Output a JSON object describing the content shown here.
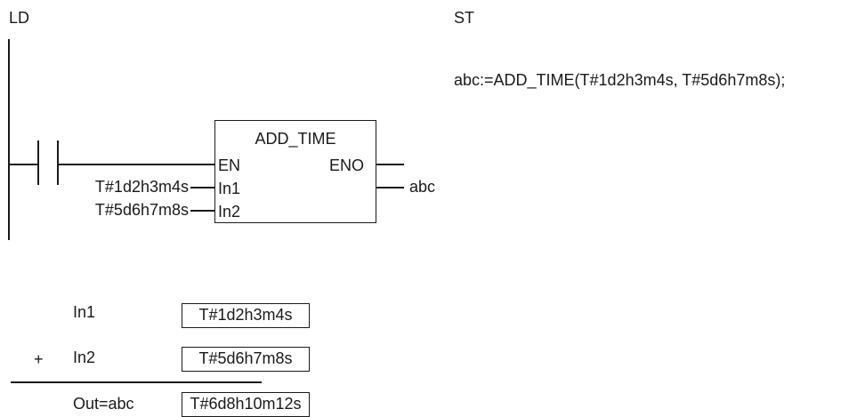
{
  "ld_label": "LD",
  "st_label": "ST",
  "st_code": "abc:=ADD_TIME(T#1d2h3m4s, T#5d6h7m8s);",
  "block": {
    "name": "ADD_TIME",
    "en": "EN",
    "eno": "ENO",
    "in1": "In1",
    "in2": "In2",
    "in1_value": "T#1d2h3m4s",
    "in2_value": "T#5d6h7m8s",
    "output": "abc"
  },
  "calc": {
    "row1_label": "In1",
    "row1_value": "T#1d2h3m4s",
    "operator": "+",
    "row2_label": "In2",
    "row2_value": "T#5d6h7m8s",
    "result_label": "Out=abc",
    "result_value": "T#6d8h10m12s"
  }
}
